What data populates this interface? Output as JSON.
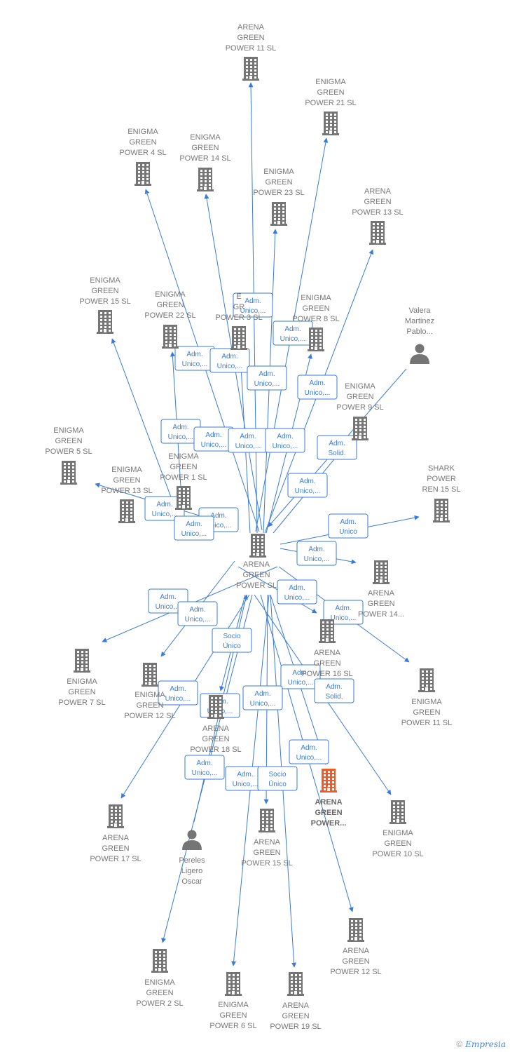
{
  "colors": {
    "edge": "#3a7bd5",
    "building": "#757575",
    "highlight": "#f05a28",
    "person": "#757575"
  },
  "hub": {
    "lines": [
      "ARENA",
      "GREEN",
      "POWER SL"
    ]
  },
  "nodes": [
    {
      "id": "n1",
      "lines": [
        "ARENA",
        "GREEN",
        "POWER 11  SL"
      ],
      "icon": "building-icon"
    },
    {
      "id": "n2",
      "lines": [
        "ENIGMA",
        "GREEN",
        "POWER 21  SL"
      ],
      "icon": "building-icon"
    },
    {
      "id": "n3",
      "lines": [
        "ENIGMA",
        "GREEN",
        "POWER 4  SL"
      ],
      "icon": "building-icon"
    },
    {
      "id": "n4",
      "lines": [
        "ENIGMA",
        "GREEN",
        "POWER 14  SL"
      ],
      "icon": "building-icon"
    },
    {
      "id": "n5",
      "lines": [
        "ENIGMA",
        "GREEN",
        "POWER 23  SL"
      ],
      "icon": "building-icon"
    },
    {
      "id": "n6",
      "lines": [
        "ARENA",
        "GREEN",
        "POWER 13  SL"
      ],
      "icon": "building-icon"
    },
    {
      "id": "n7",
      "lines": [
        "ENIGMA",
        "GREEN",
        "POWER 15  SL"
      ],
      "icon": "building-icon"
    },
    {
      "id": "n8",
      "lines": [
        "ENIGMA",
        "GREEN",
        "POWER 22  SL"
      ],
      "icon": "building-icon"
    },
    {
      "id": "n9",
      "lines": [
        "E",
        "GR",
        "POWER 3  SL"
      ],
      "icon": "building-icon"
    },
    {
      "id": "n10",
      "lines": [
        "ENIGMA",
        "GREEN",
        "POWER 8  SL"
      ],
      "icon": "building-icon"
    },
    {
      "id": "n11",
      "lines": [
        "Valera",
        "Martinez",
        "Pablo..."
      ],
      "icon": "person-icon"
    },
    {
      "id": "n12",
      "lines": [
        "ENIGMA",
        "GREEN",
        "POWER 9  SL"
      ],
      "icon": "building-icon"
    },
    {
      "id": "n13",
      "lines": [
        "ENIGMA",
        "GREEN",
        "POWER 5  SL"
      ],
      "icon": "building-icon"
    },
    {
      "id": "n14",
      "lines": [
        "ENIGMA",
        "GREEN",
        "POWER 1  SL"
      ],
      "icon": "building-icon"
    },
    {
      "id": "n15",
      "lines": [
        "ENIGMA",
        "GREEN",
        "POWER 13  SL"
      ],
      "icon": "building-icon"
    },
    {
      "id": "n16",
      "lines": [
        "SHARK",
        "POWER",
        "REN 15  SL"
      ],
      "icon": "building-icon"
    },
    {
      "id": "n17",
      "lines": [
        "ARENA",
        "GREEN",
        "POWER 14..."
      ],
      "icon": "building-icon"
    },
    {
      "id": "n18",
      "lines": [
        "ENIGMA",
        "GREEN",
        "POWER 7  SL"
      ],
      "icon": "building-icon"
    },
    {
      "id": "n19",
      "lines": [
        "ENIGMA",
        "GREEN",
        "POWER 12  SL"
      ],
      "icon": "building-icon"
    },
    {
      "id": "n20",
      "lines": [
        "ARENA",
        "GREEN",
        "POWER 16  SL"
      ],
      "icon": "building-icon"
    },
    {
      "id": "n21",
      "lines": [
        "ENIGMA",
        "GREEN",
        "POWER 11  SL"
      ],
      "icon": "building-icon"
    },
    {
      "id": "n22",
      "lines": [
        "ARENA",
        "GREEN",
        "POWER 18  SL"
      ],
      "icon": "building-icon"
    },
    {
      "id": "n23",
      "lines": [
        "ARENA",
        "GREEN",
        "POWER 17  SL"
      ],
      "icon": "building-icon"
    },
    {
      "id": "n24",
      "lines": [
        "Pereles",
        "Ligero",
        "Oscar"
      ],
      "icon": "person-icon"
    },
    {
      "id": "n25",
      "lines": [
        "ARENA",
        "GREEN",
        "POWER 15  SL"
      ],
      "icon": "building-icon"
    },
    {
      "id": "n26",
      "lines": [
        "ARENA",
        "GREEN",
        "POWER..."
      ],
      "icon": "building-icon",
      "highlight": true
    },
    {
      "id": "n27",
      "lines": [
        "ENIGMA",
        "GREEN",
        "POWER 10  SL"
      ],
      "icon": "building-icon"
    },
    {
      "id": "n28",
      "lines": [
        "ARENA",
        "GREEN",
        "POWER 12  SL"
      ],
      "icon": "building-icon"
    },
    {
      "id": "n29",
      "lines": [
        "ENIGMA",
        "GREEN",
        "POWER 2  SL"
      ],
      "icon": "building-icon"
    },
    {
      "id": "n30",
      "lines": [
        "ENIGMA",
        "GREEN",
        "POWER 6  SL"
      ],
      "icon": "building-icon"
    },
    {
      "id": "n31",
      "lines": [
        "ARENA",
        "GREEN",
        "POWER 19  SL"
      ],
      "icon": "building-icon"
    }
  ],
  "edge_labels": [
    [
      "Adm.",
      "Unico,..."
    ],
    [
      "Adm.",
      "Unico,..."
    ],
    [
      "Adm.",
      "Unico,..."
    ],
    [
      "Adm.",
      "Unico,..."
    ],
    [
      "Adm.",
      "Unico,..."
    ],
    [
      "Adm.",
      "Unico,..."
    ],
    [
      "Adm.",
      "Unico,..."
    ],
    [
      "Adm.",
      "Unico,..."
    ],
    [
      "Adm.",
      "Unico,..."
    ],
    [
      "Adm.",
      "Unico,..."
    ],
    [
      "Adm.",
      "Unico,..."
    ],
    [
      "Adm.",
      "Solid."
    ],
    [
      "Adm.",
      "Unico,..."
    ],
    [
      "Adm.",
      "Unico,..."
    ],
    [
      "Adm.",
      "Unico,..."
    ],
    [
      "Adm.",
      "Unico"
    ],
    [
      "Adm.",
      "Unico,..."
    ],
    [
      "Adm.",
      "Unico,..."
    ],
    [
      "Adm.",
      "Unico,..."
    ],
    [
      "Adm.",
      "Unico,..."
    ],
    [
      "Adm.",
      "Unico,..."
    ],
    [
      "Socio",
      "Único"
    ],
    [
      "Adm.",
      "Unico,..."
    ],
    [
      "Adm.",
      "Unico,..."
    ],
    [
      "Adm.",
      "Unico,..."
    ],
    [
      "Adm.",
      "Solid."
    ],
    [
      "Adm.",
      "Unico,..."
    ],
    [
      "Adm.",
      "Unico,..."
    ],
    [
      "Adm.",
      "Unico,..."
    ],
    [
      "Socio",
      "Único"
    ],
    [
      "Adm.",
      "Unico,..."
    ]
  ],
  "footer": {
    "copyright": "©",
    "brand": "Empresia"
  }
}
